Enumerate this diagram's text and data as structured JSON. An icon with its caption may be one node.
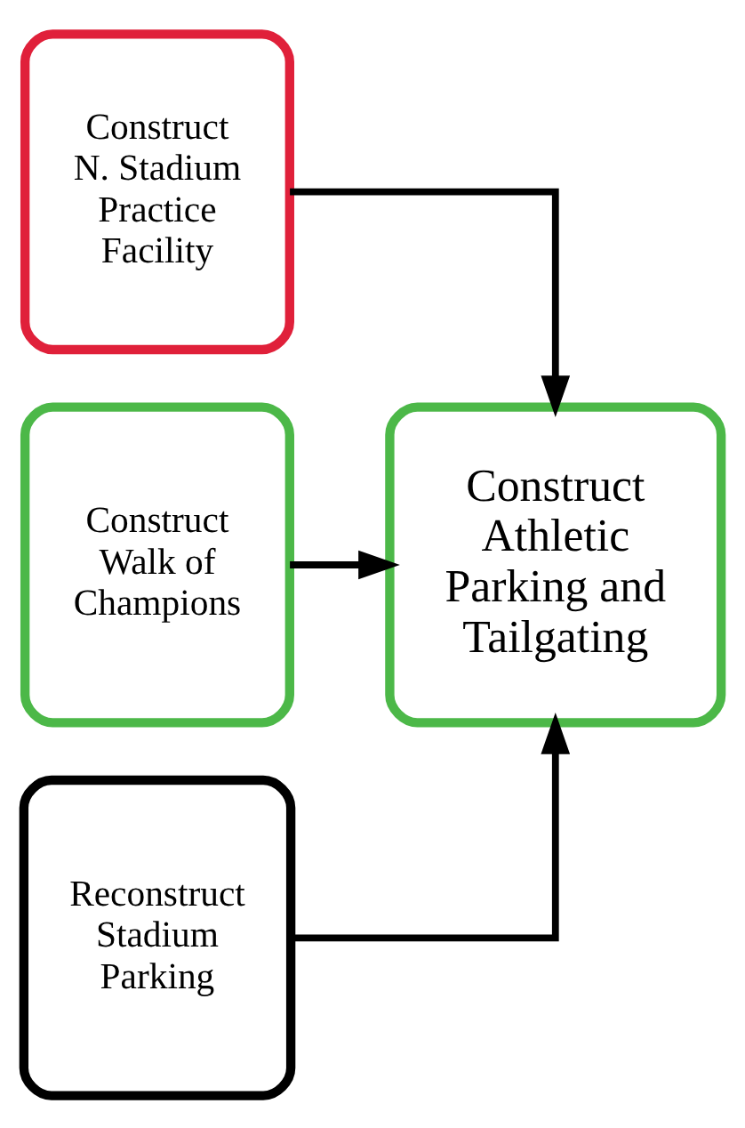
{
  "diagram": {
    "nodes": [
      {
        "text": [
          "Construct N. Stadium Practice Facility"
        ]
      },
      {
        "text": [
          "Construct Walk of Champions"
        ]
      },
      {
        "text": [
          "Reconstruct Stadium Parking"
        ]
      },
      {
        "text": [
          "Construct Athletic Parking and Tailgating"
        ]
      }
    ],
    "edges": [
      {
        "from": 0,
        "to": 3,
        "arrow": "to"
      },
      {
        "from": 1,
        "to": 3,
        "arrow": "to"
      },
      {
        "from": 2,
        "to": 3,
        "arrow": "to"
      }
    ]
  }
}
